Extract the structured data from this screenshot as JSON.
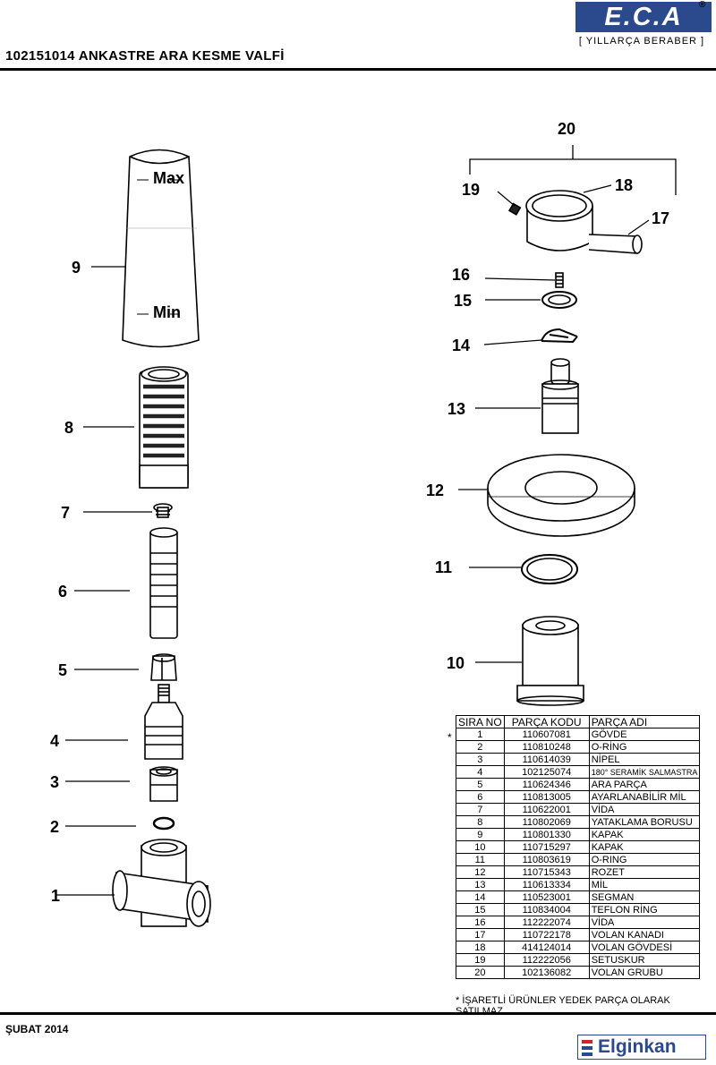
{
  "header": {
    "brand": "E.C.A",
    "registered_mark": "®",
    "slogan": "[ YILLARÇA BERABER ]",
    "title": "102151014 ANKASTRE ARA KESME VALFİ"
  },
  "diagram": {
    "callouts": [
      "1",
      "2",
      "3",
      "4",
      "5",
      "6",
      "7",
      "8",
      "9",
      "10",
      "11",
      "12",
      "13",
      "14",
      "15",
      "16",
      "17",
      "18",
      "19",
      "20"
    ],
    "cap_max_label": "Max",
    "cap_min_label": "Min"
  },
  "parts_table": {
    "headers": [
      "SIRA NO",
      "PARÇA KODU",
      "PARÇA ADI"
    ],
    "rows": [
      {
        "no": "1",
        "code": "110607081",
        "name": "GÖVDE"
      },
      {
        "no": "2",
        "code": "110810248",
        "name": "O-RİNG"
      },
      {
        "no": "3",
        "code": "110614039",
        "name": "NİPEL"
      },
      {
        "no": "4",
        "code": "102125074",
        "name": "180° SERAMİK SALMASTRA"
      },
      {
        "no": "5",
        "code": "110624346",
        "name": "ARA PARÇA"
      },
      {
        "no": "6",
        "code": "110813005",
        "name": "AYARLANABİLİR MİL"
      },
      {
        "no": "7",
        "code": "110622001",
        "name": "VİDA"
      },
      {
        "no": "8",
        "code": "110802069",
        "name": "YATAKLAMA BORUSU"
      },
      {
        "no": "9",
        "code": "110801330",
        "name": "KAPAK"
      },
      {
        "no": "10",
        "code": "110715297",
        "name": "KAPAK"
      },
      {
        "no": "11",
        "code": "110803619",
        "name": "O-RING"
      },
      {
        "no": "12",
        "code": "110715343",
        "name": "ROZET"
      },
      {
        "no": "13",
        "code": "110613334",
        "name": "MİL"
      },
      {
        "no": "14",
        "code": "110523001",
        "name": "SEGMAN"
      },
      {
        "no": "15",
        "code": "110834004",
        "name": "TEFLON RİNG"
      },
      {
        "no": "16",
        "code": "112222074",
        "name": "VİDA"
      },
      {
        "no": "17",
        "code": "110722178",
        "name": "VOLAN KANADI"
      },
      {
        "no": "18",
        "code": "414124014",
        "name": "VOLAN GÖVDESİ"
      },
      {
        "no": "19",
        "code": "112222056",
        "name": "SETUSKUR"
      },
      {
        "no": "20",
        "code": "102136082",
        "name": "VOLAN GRUBU"
      }
    ],
    "marker": "*",
    "note": "* İŞARETLİ ÜRÜNLER YEDEK PARÇA OLARAK SATILMAZ."
  },
  "footer": {
    "date": "ŞUBAT 2014",
    "partner_logo": "Elginkan"
  },
  "colors": {
    "brand_blue": "#2b4a8e",
    "line": "#000000"
  }
}
